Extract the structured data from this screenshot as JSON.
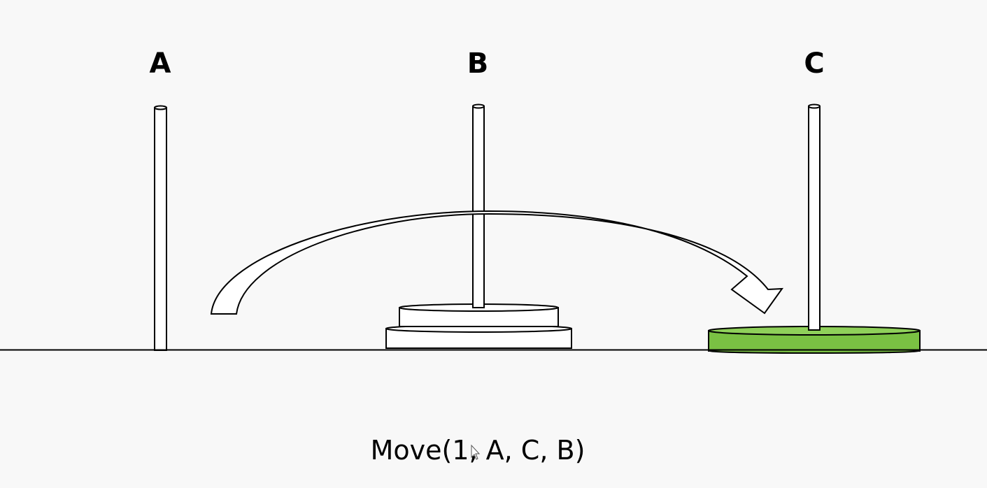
{
  "pegs": {
    "a": {
      "label": "A",
      "disks": []
    },
    "b": {
      "label": "B",
      "disks": [
        "medium",
        "large"
      ]
    },
    "c": {
      "label": "C",
      "disks": [
        "extra-large"
      ]
    }
  },
  "move": {
    "from": "A",
    "to": "C",
    "caption": "Move(1, A, C, B)"
  },
  "colors": {
    "background": "#f8f8f8",
    "outline": "#000000",
    "disk_fill": "#ffffff",
    "highlight_disk": "#7ac143",
    "highlight_disk_top": "#8fd05a"
  },
  "icons": {
    "move_arrow": "curved-arrow-icon",
    "pointer": "mouse-cursor-icon"
  }
}
